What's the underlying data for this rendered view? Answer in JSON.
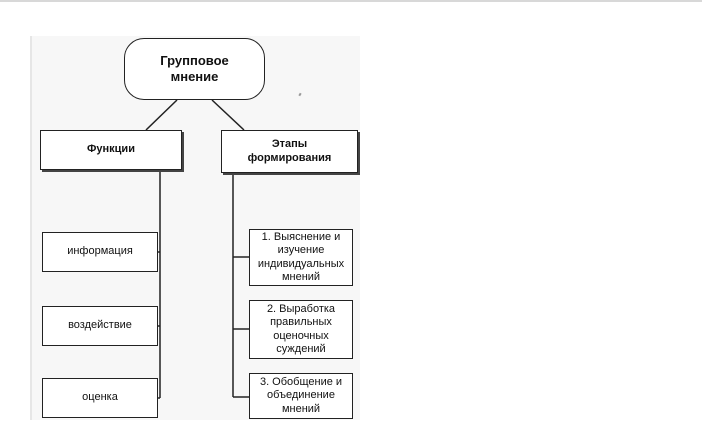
{
  "diagram": {
    "root": "Групповое мнение",
    "functions": {
      "title": "Функции",
      "items": [
        "информация",
        "воздействие",
        "оценка"
      ]
    },
    "stages": {
      "title": "Этапы формирования",
      "items": [
        "1. Выяснение и изучение индивидуальных мнений",
        "2. Выработка правильных оценочных суждений",
        "3. Обобщение и объединение мнений"
      ]
    }
  }
}
